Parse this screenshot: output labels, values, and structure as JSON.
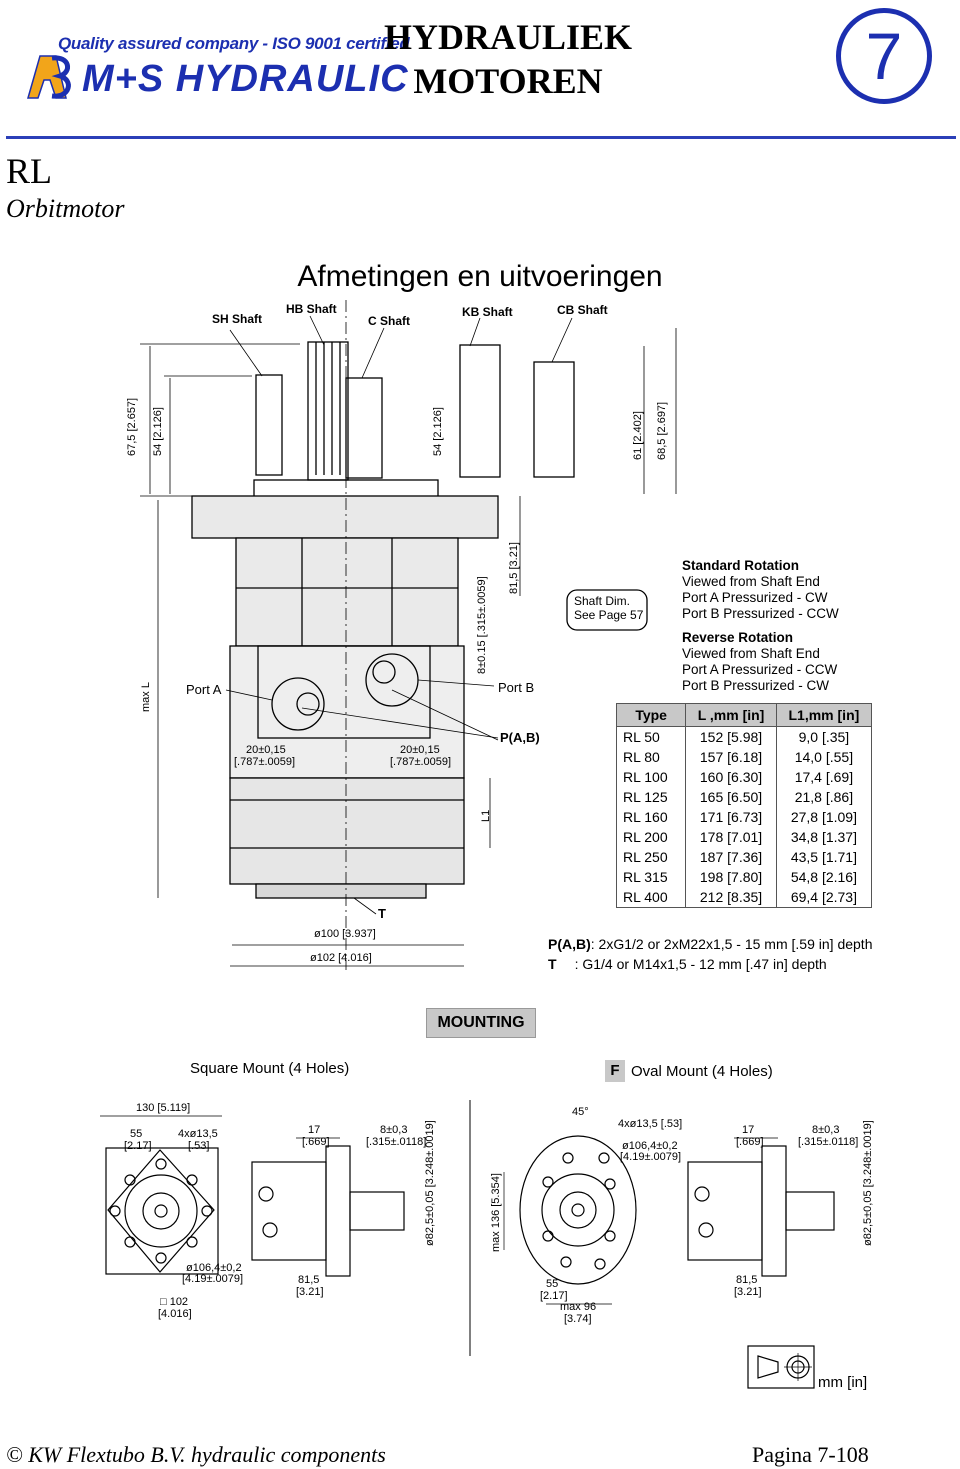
{
  "header": {
    "logo_tagline": "Quality assured company - ISO 9001 certified",
    "logo_text": "M+S HYDRAULIC",
    "title_line1": "HYDRAULIEK",
    "title_line2": "MOTOREN",
    "chapter_number": "7",
    "brand_color": "#1c2fb0"
  },
  "product": {
    "model": "RL",
    "type": "Orbitmotor"
  },
  "section_title": "Afmetingen en uitvoeringen",
  "drawing_labels": {
    "sh_shaft": "SH Shaft",
    "hb_shaft": "HB Shaft",
    "c_shaft": "C Shaft",
    "kb_shaft": "KB Shaft",
    "cb_shaft": "CB Shaft",
    "dim_675": "67,5 [2.657]",
    "dim_54a": "54 [2.126]",
    "dim_54b": "54 [2.126]",
    "dim_61": "61 [2.402]",
    "dim_685": "68,5 [2.697]",
    "dim_815": "81,5 [3.21]",
    "dim_8": "8±0.15 [.315±.0059]",
    "max_l": "max L",
    "l1": "L1",
    "port_a": "Port A",
    "port_b": "Port B",
    "p_ab": "P(A,B)",
    "dim_20a": "20±0,15",
    "dim_20a_in": "[.787±.0059]",
    "dim_20b": "20±0,15",
    "dim_20b_in": "[.787±.0059]",
    "t_label": "T",
    "dia100": "ø100 [3.937]",
    "dia102": "ø102 [4.016]",
    "shaft_dim_line1": "Shaft Dim.",
    "shaft_dim_line2": "See Page 57"
  },
  "rotation": {
    "std_title": "Standard Rotation",
    "std_l1": "Viewed from Shaft End",
    "std_l2": "Port A Pressurized - CW",
    "std_l3": "Port B Pressurized - CCW",
    "rev_title": "Reverse Rotation",
    "rev_l1": "Viewed from Shaft End",
    "rev_l2": "Port A Pressurized - CCW",
    "rev_l3": "Port B Pressurized - CW"
  },
  "spec_table": {
    "headers": [
      "Type",
      "L ,mm [in]",
      "L1,mm [in]"
    ],
    "rows": [
      [
        "RL  50",
        "152 [5.98]",
        "9,0 [.35]"
      ],
      [
        "RL  80",
        "157 [6.18]",
        "14,0 [.55]"
      ],
      [
        "RL 100",
        "160 [6.30]",
        "17,4 [.69]"
      ],
      [
        "RL 125",
        "165 [6.50]",
        "21,8 [.86]"
      ],
      [
        "RL 160",
        "171 [6.73]",
        "27,8 [1.09]"
      ],
      [
        "RL 200",
        "178 [7.01]",
        "34,8 [1.37]"
      ],
      [
        "RL 250",
        "187 [7.36]",
        "43,5 [1.71]"
      ],
      [
        "RL 315",
        "198 [7.80]",
        "54,8 [2.16]"
      ],
      [
        "RL 400",
        "212 [8.35]",
        "69,4 [2.73]"
      ]
    ]
  },
  "port_notes": {
    "p_label": "P(A,B)",
    "p_text": ": 2xG1/2 or 2xM22x1,5 - 15 mm [.59 in] depth",
    "t_label": "T",
    "t_text": ": G1/4 or M14x1,5 - 12 mm [.47 in] depth"
  },
  "mounting": {
    "heading": "MOUNTING",
    "square_title": "Square Mount (4 Holes)",
    "oval_letter": "F",
    "oval_title": "Oval Mount (4 Holes)",
    "sq_130": "130 [5.119]",
    "sq_55": "55",
    "sq_55_in": "[2.17]",
    "sq_holes": "4xø13,5",
    "sq_holes_in": "[.53]",
    "sq_17": "17",
    "sq_17_in": "[.669]",
    "sq_8": "8±0,3",
    "sq_8_in": "[.315±.0118]",
    "sq_825": "ø82,5±0,05 [3.248±.0019]",
    "sq_1064": "ø106,4±0,2",
    "sq_1064_in": "[4.19±.0079]",
    "sq_815": "81,5",
    "sq_815_in": "[3.21]",
    "sq_102": "□ 102",
    "sq_102_in": "[4.016]",
    "ov_45": "45°",
    "ov_holes": "4xø13,5 [.53]",
    "ov_1064": "ø106,4±0,2",
    "ov_1064_in": "[4.19±.0079]",
    "ov_max136": "max 136 [5.354]",
    "ov_55": "55",
    "ov_55_in": "[2.17]",
    "ov_max96": "max 96",
    "ov_max96_in": "[3.74]",
    "ov_17": "17",
    "ov_17_in": "[.669]",
    "ov_8": "8±0,3",
    "ov_8_in": "[.315±.0118]",
    "ov_815": "81,5",
    "ov_815_in": "[3.21]",
    "ov_825": "ø82,5±0,05 [3.248±.0019]",
    "units": "mm [in]"
  },
  "footer": {
    "left": "© KW Flextubo B.V.  hydraulic components",
    "right": "Pagina 7-108"
  }
}
